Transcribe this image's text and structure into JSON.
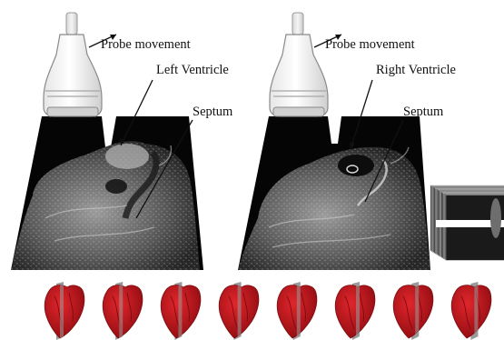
{
  "labels": {
    "probe_movement_left": "Probe movement",
    "left_ventricle": "Left Ventricle",
    "septum_left": "Septum",
    "probe_movement_right": "Probe movement",
    "right_ventricle": "Right Ventricle",
    "septum_right": "Septum"
  },
  "heart_count": 8,
  "colors": {
    "heart": "#c4161c",
    "heart_dark": "#7d0b0f",
    "slice_plane": "#9a9a9a",
    "ultrasound_bg": "#050505",
    "tissue": "#8a8a8a"
  }
}
